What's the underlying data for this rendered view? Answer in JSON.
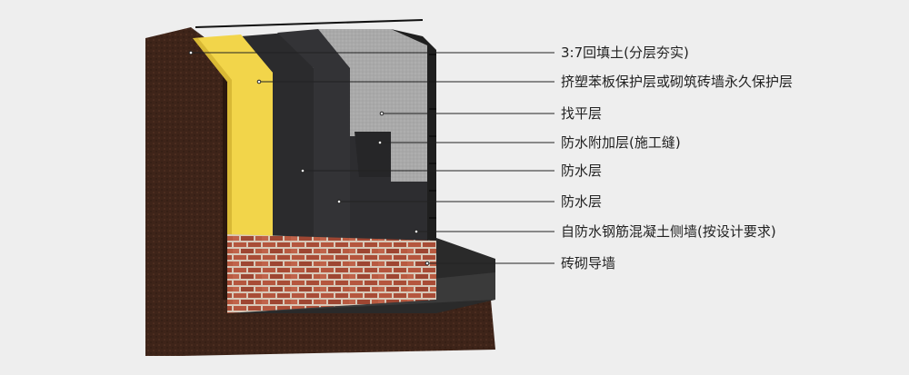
{
  "labels": [
    "3:7回填土(分层夯实)",
    "挤塑苯板保护层或砌筑砖墙永久保护层",
    "找平层",
    "防水附加层(施工缝)",
    "防水层",
    "防水层",
    "自防水钢筋混凝土侧墙(按设计要求)",
    "砖砌导墙"
  ],
  "colors": {
    "background": "#eeeeee",
    "soil": "#3e2419",
    "xps": "#f2d54a",
    "membrane": "#2b2b2d",
    "screed": "#a9a9a9",
    "brick": "#b5563e",
    "slab": "#2a2a2a"
  }
}
